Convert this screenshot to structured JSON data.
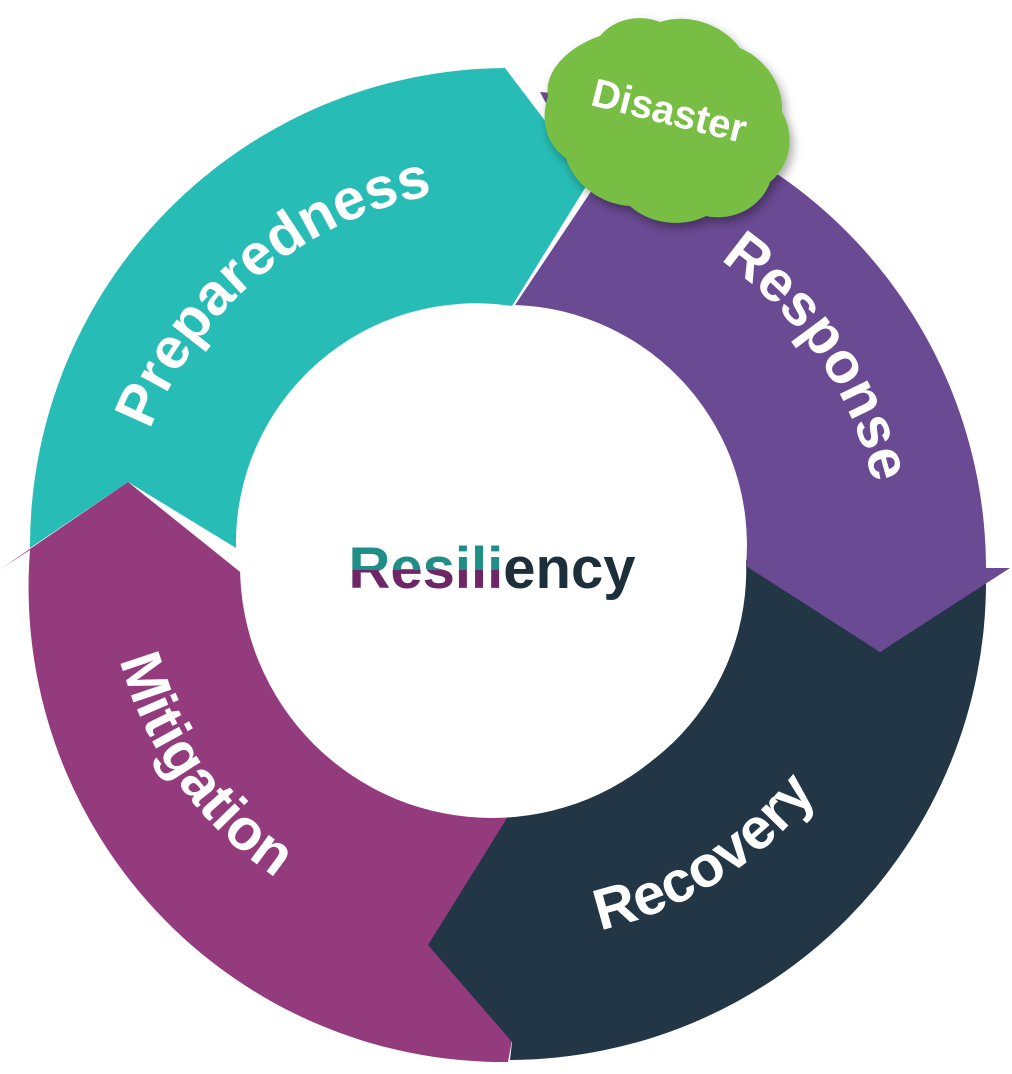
{
  "cycle": {
    "center_label": {
      "part1": "Resili",
      "part2": "ency"
    },
    "phases": [
      {
        "key": "preparedness",
        "label": "Preparedness",
        "color": "#27BDB6"
      },
      {
        "key": "response",
        "label": "Response",
        "color": "#6A4A93"
      },
      {
        "key": "recovery",
        "label": "Recovery",
        "color": "#233646"
      },
      {
        "key": "mitigation",
        "label": "Mitigation",
        "color": "#943B7E"
      }
    ],
    "event_badge": {
      "label": "Disaster",
      "color": "#78BE44"
    }
  },
  "center_colors": {
    "teal": "#1F8E86",
    "plum": "#6E2666",
    "navy": "#1E2F3C"
  }
}
